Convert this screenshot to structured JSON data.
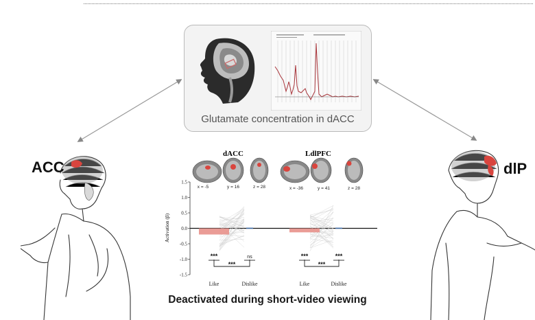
{
  "top_box": {
    "caption": "Glutamate concentration in dACC"
  },
  "left_label": "ACC",
  "right_label": "dlP",
  "bottom_caption": "Deactivated during short-video viewing",
  "plot": {
    "regions": [
      {
        "title": "dACC",
        "coords": [
          "x = -5",
          "y = 16",
          "z = 28"
        ],
        "highlight": "#d9453e"
      },
      {
        "title": "LdlPFC",
        "coords": [
          "x = -36",
          "y = 41",
          "z = 28"
        ],
        "highlight": "#d9453e"
      }
    ],
    "ylabel": "Activation (β)",
    "yticks": [
      "1.5",
      "1.0",
      "0.5",
      "0.0",
      "-0.5",
      "-1.0",
      "-1.5"
    ],
    "xticks": [
      "Like",
      "Dislike",
      "Like",
      "Dislike"
    ],
    "significance": [
      "***",
      "***",
      "ns",
      "***",
      "***",
      "***"
    ]
  },
  "chart_data": {
    "type": "bar",
    "categories": [
      "Like",
      "Dislike",
      "Like",
      "Dislike"
    ],
    "series": [
      {
        "values": [
          -0.2,
          0.02,
          -0.13,
          0.02
        ]
      }
    ],
    "ylim": [
      -1.5,
      1.5
    ],
    "colors": {
      "like": "#e8918b",
      "dislike": "#3b6fb0"
    },
    "groups": [
      "dACC",
      "LdlPFC"
    ]
  }
}
